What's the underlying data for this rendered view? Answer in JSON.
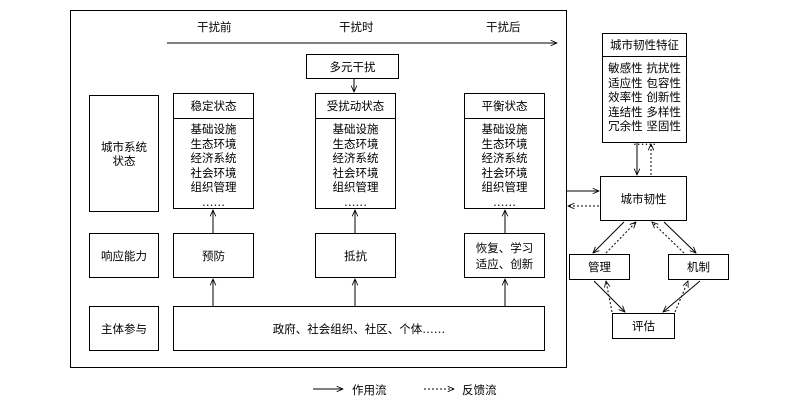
{
  "phases": [
    "干扰前",
    "干扰时",
    "干扰后"
  ],
  "disturbance": "多元干扰",
  "row_labels": {
    "system_state": "城市系统状态",
    "response": "响应能力",
    "participants": "主体参与"
  },
  "states": [
    {
      "title": "稳定状态",
      "items": [
        "基础设施",
        "生态环境",
        "经济系统",
        "社会环境",
        "组织管理",
        "……"
      ]
    },
    {
      "title": "受扰动状态",
      "items": [
        "基础设施",
        "生态环境",
        "经济系统",
        "社会环境",
        "组织管理",
        "……"
      ]
    },
    {
      "title": "平衡状态",
      "items": [
        "基础设施",
        "生态环境",
        "经济系统",
        "社会环境",
        "组织管理",
        "……"
      ]
    }
  ],
  "responses": [
    "预防",
    "抵抗",
    "恢复、学习",
    "适应、创新"
  ],
  "participants_text": "政府、社会组织、社区、个体……",
  "resilience_features": {
    "title": "城市韧性特征",
    "rows": [
      "敏感性 抗扰性",
      "适应性 包容性",
      "效率性 创新性",
      "连结性 多样性",
      "冗余性 坚固性",
      "……"
    ]
  },
  "resilience": "城市韧性",
  "management": "管理",
  "mechanism": "机制",
  "evaluation": "评估",
  "legend": {
    "solid": "作用流",
    "dashed": "反馈流"
  }
}
